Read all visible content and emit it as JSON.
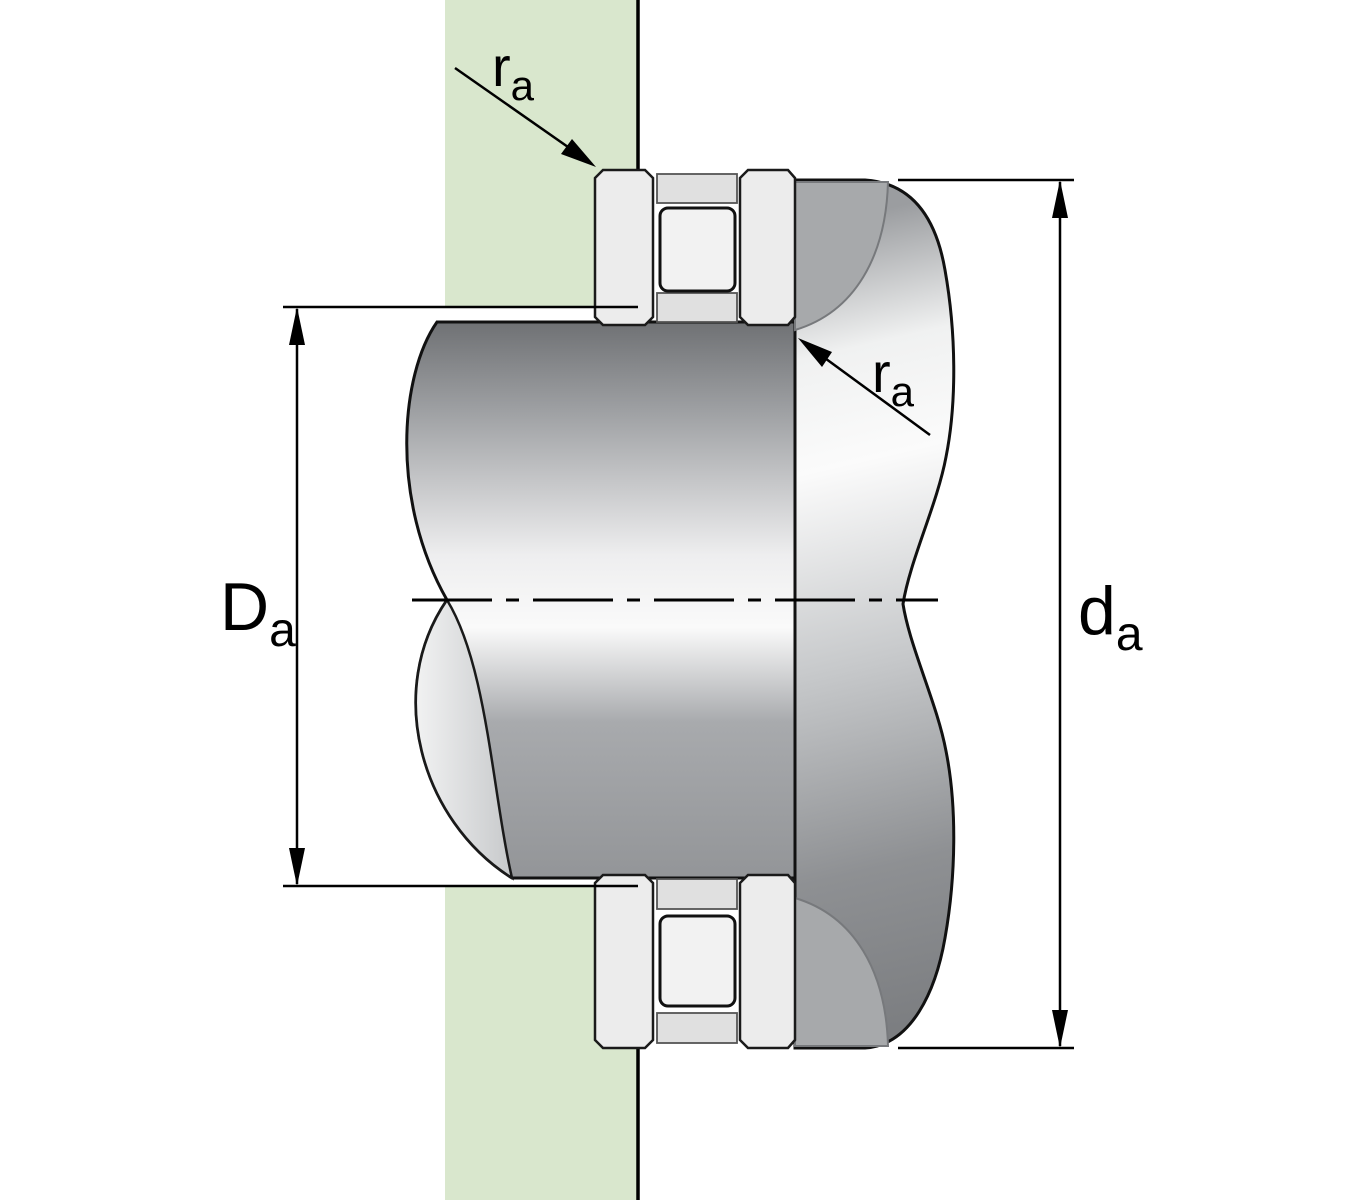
{
  "labels": {
    "Da": {
      "main": "D",
      "sub": "a"
    },
    "da": {
      "main": "d",
      "sub": "a"
    },
    "ra_top": {
      "main": "r",
      "sub": "a"
    },
    "ra_mid": {
      "main": "r",
      "sub": "a"
    }
  },
  "colors": {
    "background": "#ffffff",
    "housing_green": "#d9e7cd",
    "outline": "#111111",
    "bearing_washer": "#ececec",
    "bearing_cage": "#e0e0e0",
    "bearing_roller": "#f2f2f2",
    "flange_sliver": "#a7a9ab",
    "shaft_gradient": [
      "#6f7174",
      "#9b9da0",
      "#eeeeef",
      "#fafafa",
      "#a8aaad",
      "#939598"
    ],
    "flange_gradient": [
      "#9b9da0",
      "#f0f1f1",
      "#fbfbfb",
      "#c6c8ca",
      "#8e9093",
      "#7c7e81"
    ],
    "lens_gradient": [
      "#ffffff",
      "#c6c8ca"
    ]
  }
}
